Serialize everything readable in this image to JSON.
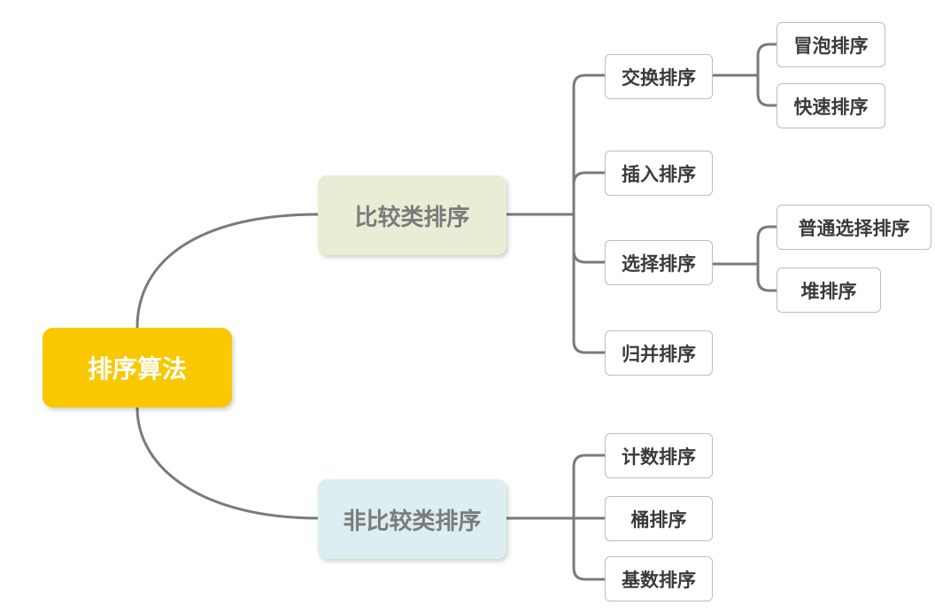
{
  "root": {
    "label": "排序算法"
  },
  "comparison": {
    "label": "比较类排序",
    "children": {
      "exchange": {
        "label": "交换排序",
        "children": [
          "冒泡排序",
          "快速排序"
        ]
      },
      "insertion": {
        "label": "插入排序"
      },
      "selection": {
        "label": "选择排序",
        "children": [
          "普通选择排序",
          "堆排序"
        ]
      },
      "merge": {
        "label": "归并排序"
      }
    }
  },
  "non_comparison": {
    "label": "非比较类排序",
    "children": [
      "计数排序",
      "桶排序",
      "基数排序"
    ]
  },
  "colors": {
    "root_fill": "#F9C800",
    "comparison_fill": "#EAEDD6",
    "non_comparison_fill": "#DCEEF2",
    "connector": "#7a7a7a"
  }
}
